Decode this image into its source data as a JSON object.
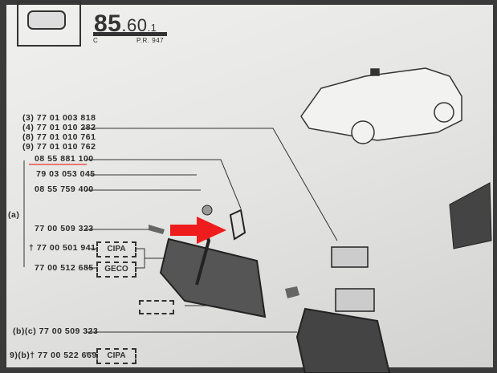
{
  "header": {
    "section_main": "85",
    "section_sub": ".60",
    "section_page": ".1",
    "code": "C",
    "pr": "P.R. 947"
  },
  "refs_top": [
    {
      "prefix": "(3)",
      "number": "77 01 003 818"
    },
    {
      "prefix": "(4)",
      "number": "77 01 010 282"
    },
    {
      "prefix": "(8)",
      "number": "77 01 010 761"
    },
    {
      "prefix": "(9)",
      "number": "77 01 010 762"
    }
  ],
  "group_label": "(a)",
  "parts": [
    {
      "number": "08 55 881 100",
      "highlighted": true
    },
    {
      "number": "79 03 053 045"
    },
    {
      "number": "08 55 759 400"
    },
    {
      "number": "77 00 509 323"
    },
    {
      "number": "† 77 00 501 941",
      "tag": "CIPA"
    },
    {
      "number": "77 00 512 685",
      "tag": "GECO"
    }
  ],
  "parts_lower": [
    {
      "prefix": "(b)(c)",
      "number": "77 00 509 323"
    },
    {
      "prefix": "9)(b)",
      "number": "† 77 00 522 669",
      "tag": "CIPA"
    }
  ],
  "colors": {
    "highlight": "#e8504a",
    "arrow": "#ee1c1c"
  }
}
